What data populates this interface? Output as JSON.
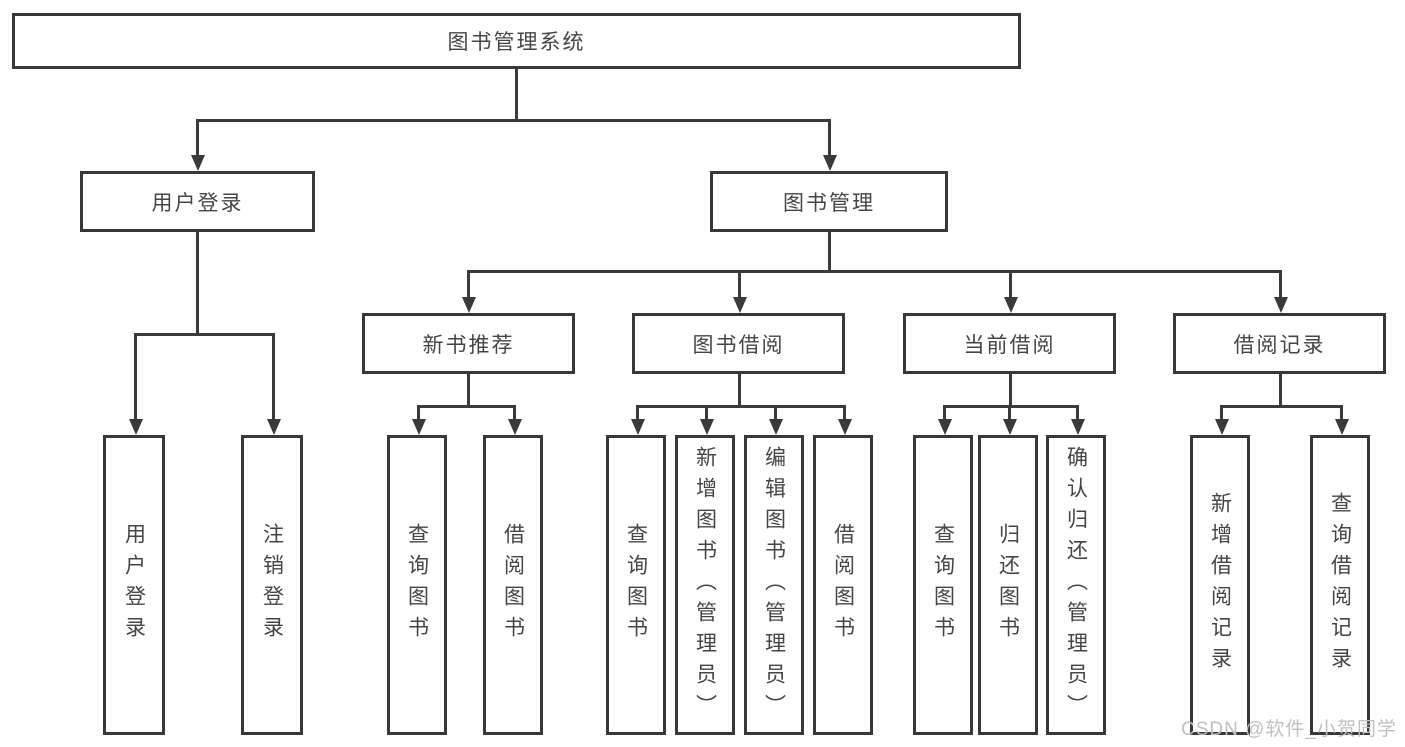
{
  "diagram": {
    "title": "图书管理系统",
    "level2": {
      "user_login": "用户登录",
      "book_management": "图书管理"
    },
    "level3": {
      "new_book_recommend": "新书推荐",
      "book_borrowing": "图书借阅",
      "current_borrowing": "当前借阅",
      "borrowing_records": "借阅记录"
    },
    "leaves": {
      "user_login_children": [
        "用户登录",
        "注销登录"
      ],
      "new_book_recommend_children": [
        "查询图书",
        "借阅图书"
      ],
      "book_borrowing_children": [
        "查询图书",
        "新增图书（管理员）",
        "编辑图书（管理员）",
        "借阅图书"
      ],
      "current_borrowing_children": [
        "查询图书",
        "归还图书",
        "确认归还（管理员）"
      ],
      "borrowing_records_children": [
        "新增借阅记录",
        "查询借阅记录"
      ]
    }
  },
  "watermark": "CSDN @软件_小贺同学",
  "colors": {
    "line": "#3a3a3a",
    "border": "#383838",
    "text": "#454545",
    "watermark_text": "#c0c0c0",
    "background": "#ffffff"
  }
}
